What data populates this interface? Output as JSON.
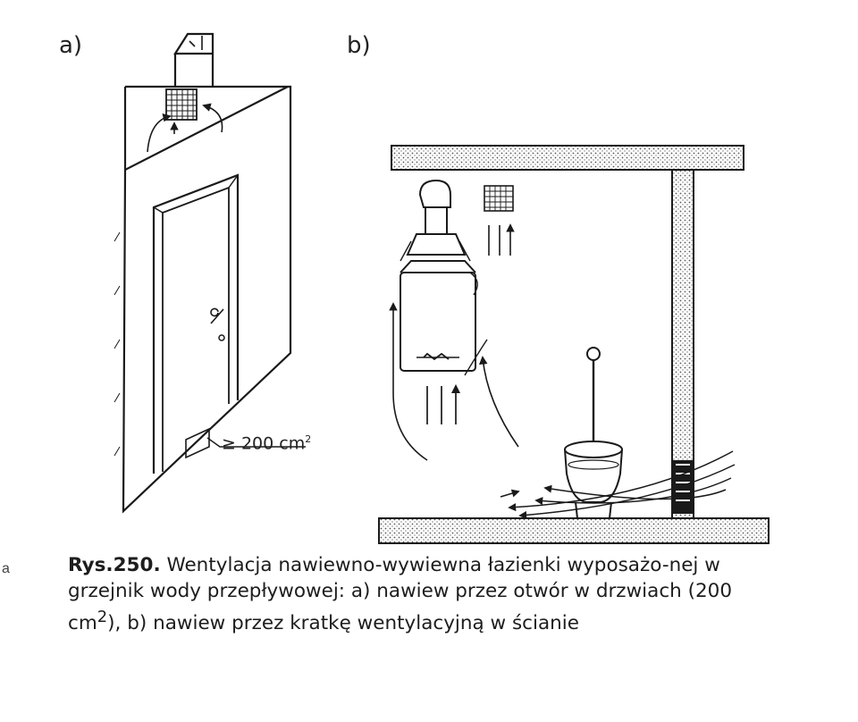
{
  "panels": {
    "a_label": "a)",
    "b_label": "b)"
  },
  "dimension": {
    "prefix": "≥ 200 cm",
    "superscript": "2"
  },
  "margin_mark": "a",
  "caption": {
    "number": "Rys.250.",
    "text_1": " Wentylacja nawiewno-wywiewna łazienki wyposażo-nej w grzejnik wody przepływowej: a) nawiew przez otwór w drzwiach (200 cm",
    "superscript": "2",
    "text_2": "), b) nawiew przez kratkę wentylacyjną w ścianie"
  },
  "colors": {
    "ink": "#1a1a1a",
    "background": "#ffffff"
  }
}
